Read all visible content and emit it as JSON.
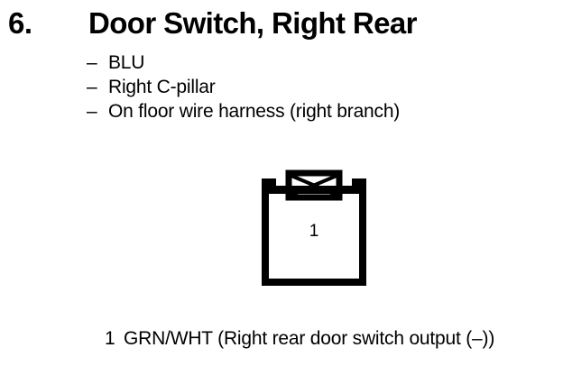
{
  "page": {
    "background_color": "#ffffff",
    "ink_color": "#000000"
  },
  "header": {
    "number": "6.",
    "title": "Door Switch, Right Rear"
  },
  "specs": {
    "dash": "–",
    "items": [
      {
        "dash": "–",
        "text": "BLU"
      },
      {
        "dash": "–",
        "text": "Right C-pillar"
      },
      {
        "dash": "–",
        "text": "On floor wire harness (right branch)"
      }
    ]
  },
  "connector": {
    "name": "connector-face-view",
    "cavity_count": 1,
    "pin_label": "1",
    "latch_marking": "x-cross"
  },
  "pin_legend": {
    "rows": [
      {
        "number": "1",
        "description": "GRN/WHT (Right rear door switch output (–))"
      }
    ]
  }
}
